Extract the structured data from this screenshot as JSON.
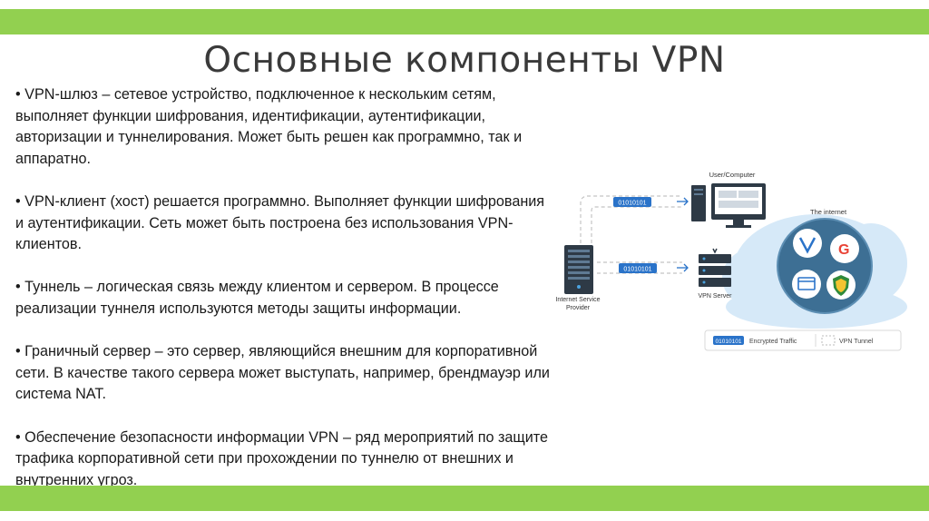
{
  "colors": {
    "bar": "#92d050",
    "title": "#3a3a3a",
    "traffic_badge": "#2a73c9",
    "cloud": "#d6e9f8",
    "globe": "#3d6f94"
  },
  "title": "Основные компоненты VPN",
  "bullets": [
    "• VPN-шлюз – сетевое устройство, подключенное к нескольким сетям, выполняет функции шифрования, идентификации, аутентификации, авторизации и туннелирования. Может быть решен как программно, так и аппаратно.",
    "• VPN-клиент (хост) решается программно. Выполняет функции шифрования и аутентификации. Сеть может быть построена без использования VPN-клиентов.",
    "• Туннель – логическая связь между клиентом и сервером. В процессе реализации туннеля используются методы защиты информации.",
    "• Граничный сервер – это сервер, являющийся внешним для корпоративной сети. В качестве такого сервера может выступать, например, брендмауэр или система NAT.",
    "• Обеспечение безопасности информации VPN – ряд мероприятий по защите трафика корпоративной сети при прохождении по туннелю от внешних и внутренних угроз."
  ],
  "diagram": {
    "user_computer_label": "User/Computer",
    "internet_label": "The internet",
    "isp_label_line1": "Internet Service",
    "isp_label_line2": "Provider",
    "vpn_server_label": "VPN Server",
    "traffic_badge_text": "01010101",
    "legend_badge_text": "01010101",
    "legend_encrypted": "Encrypted Traffic",
    "legend_tunnel": "VPN Tunnel",
    "icons": [
      "server-rack-icon",
      "computer-icon",
      "vpn-server-icon",
      "globe-icon",
      "vpn-shield-icon",
      "google-icon",
      "browser-icon",
      "security-shield-icon"
    ]
  }
}
